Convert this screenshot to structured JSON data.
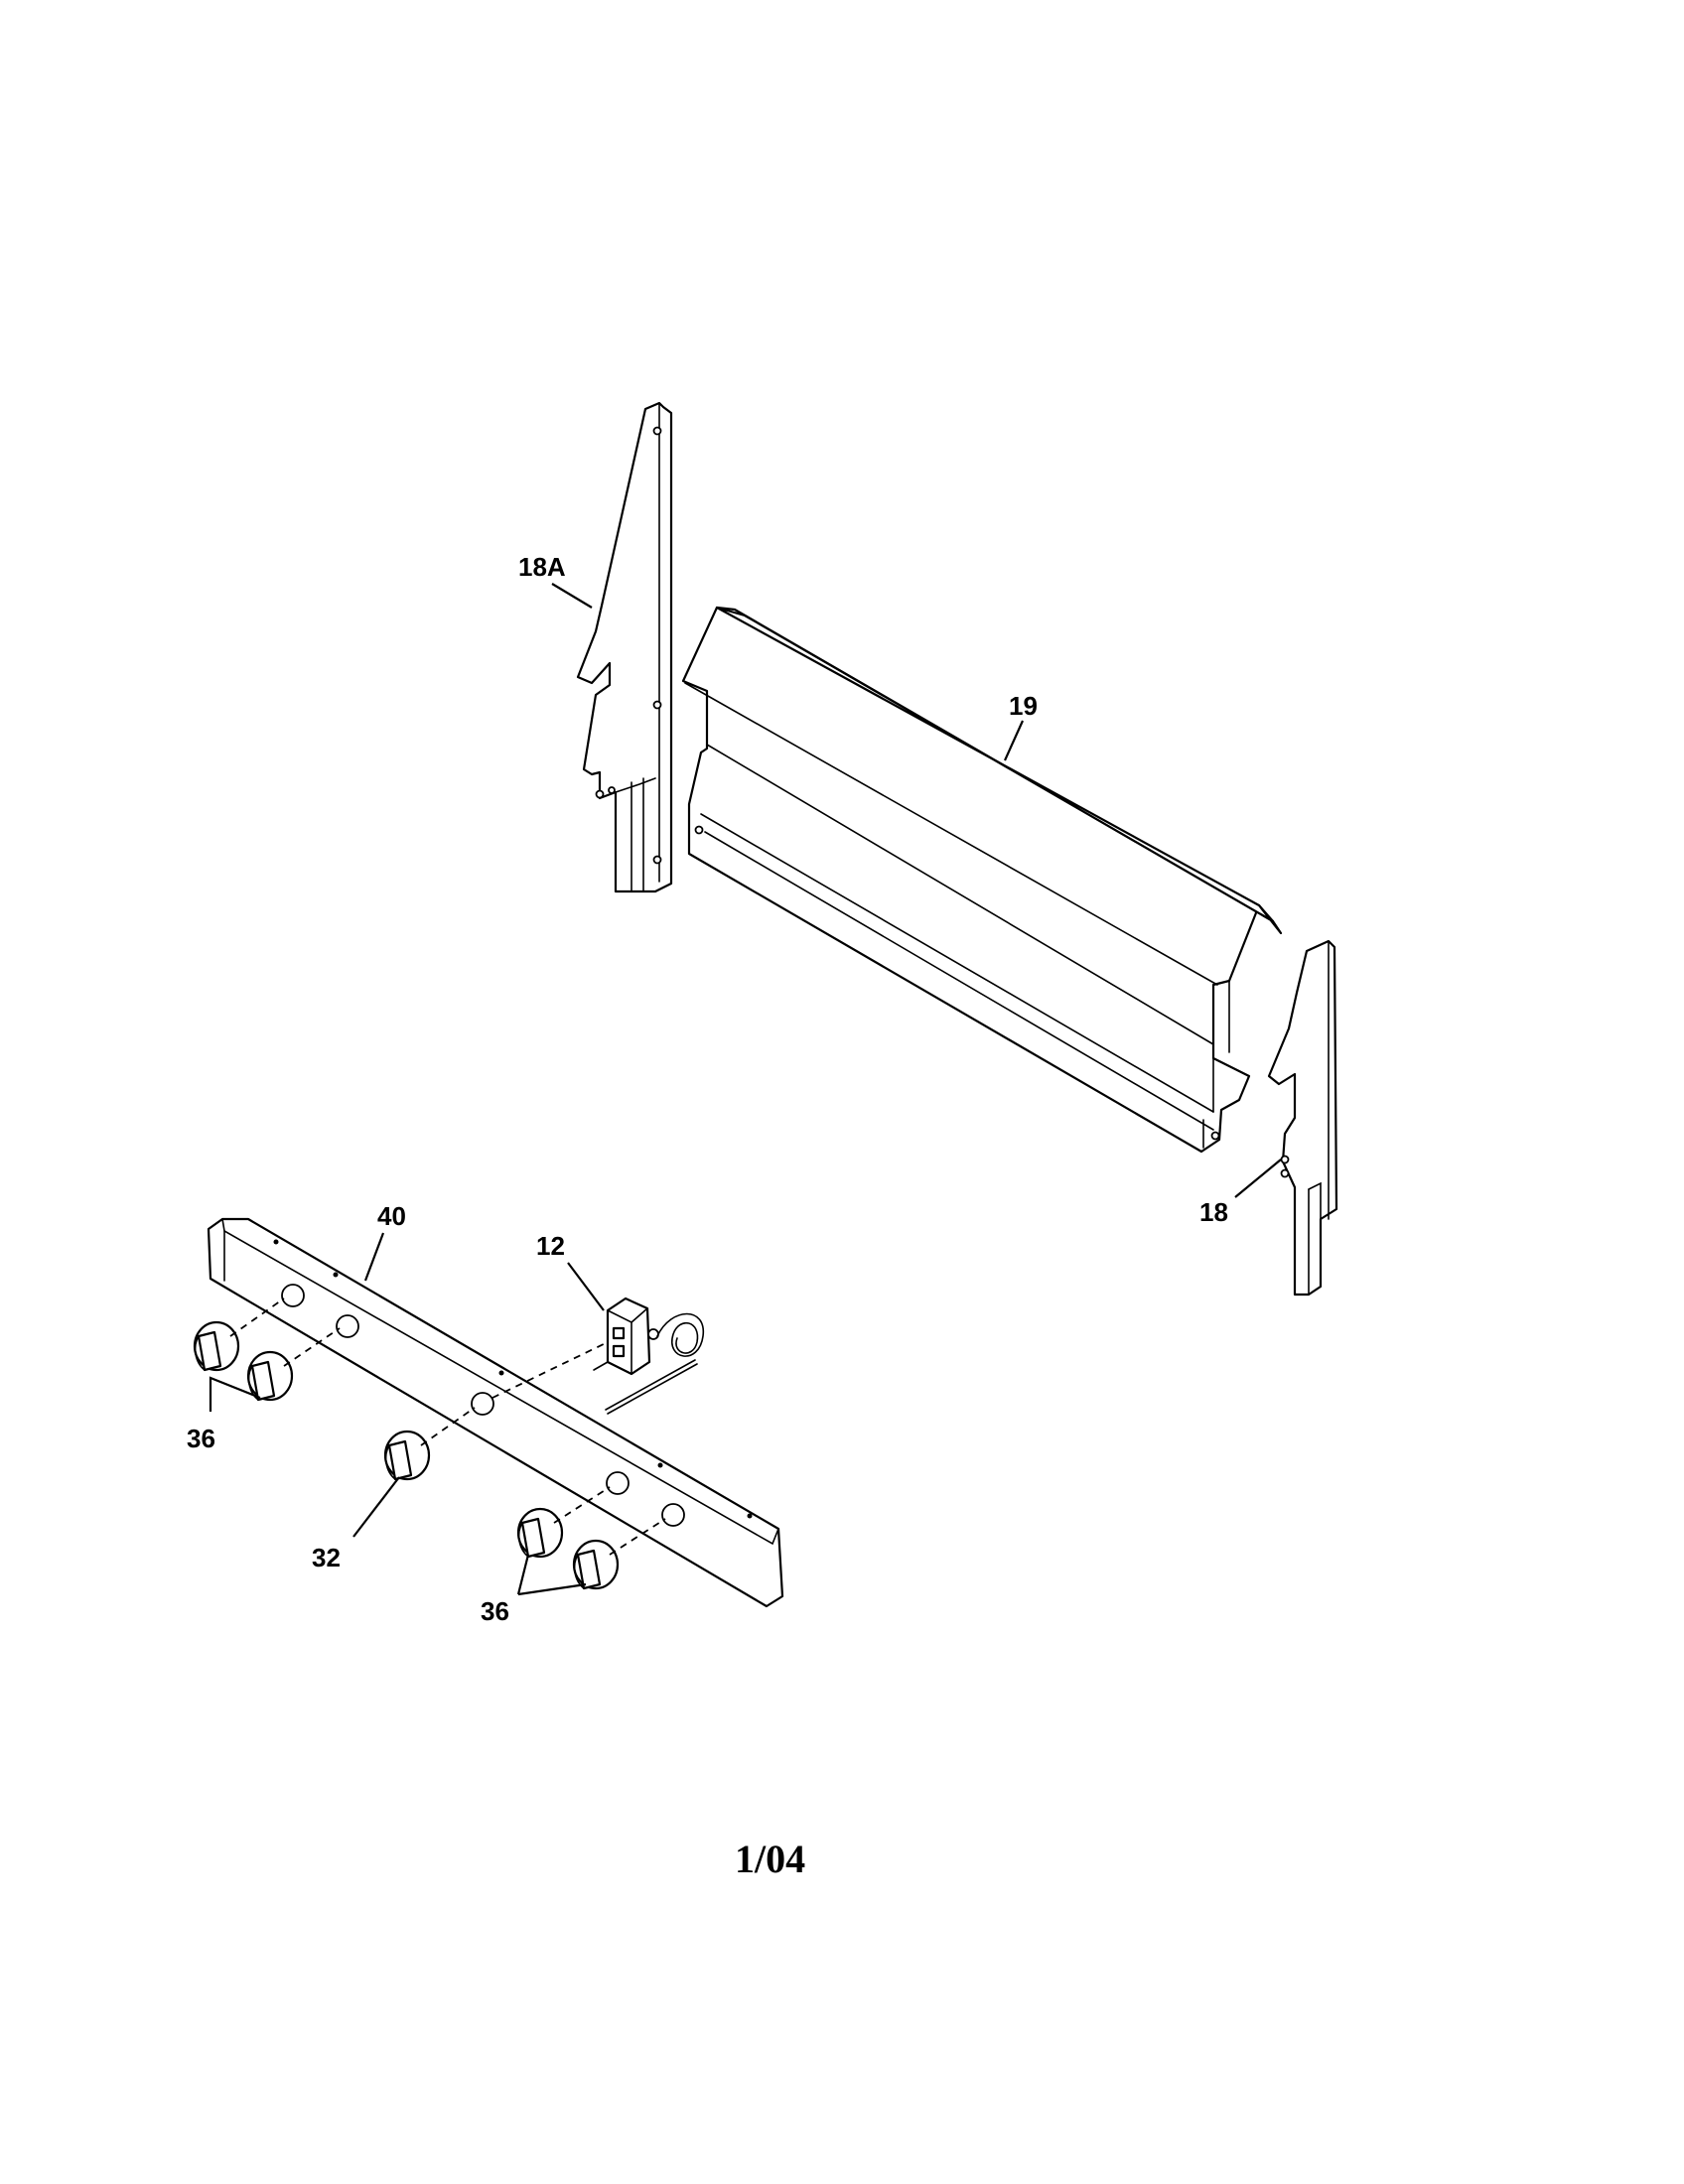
{
  "callouts": {
    "side_bracket_left": "18A",
    "backguard_panel": "19",
    "side_bracket_right": "18",
    "control_panel": "40",
    "thermostat": "12",
    "knobs_left": "36",
    "oven_knob": "32",
    "knobs_right": "36"
  },
  "footer": {
    "date_code": "1/04"
  }
}
